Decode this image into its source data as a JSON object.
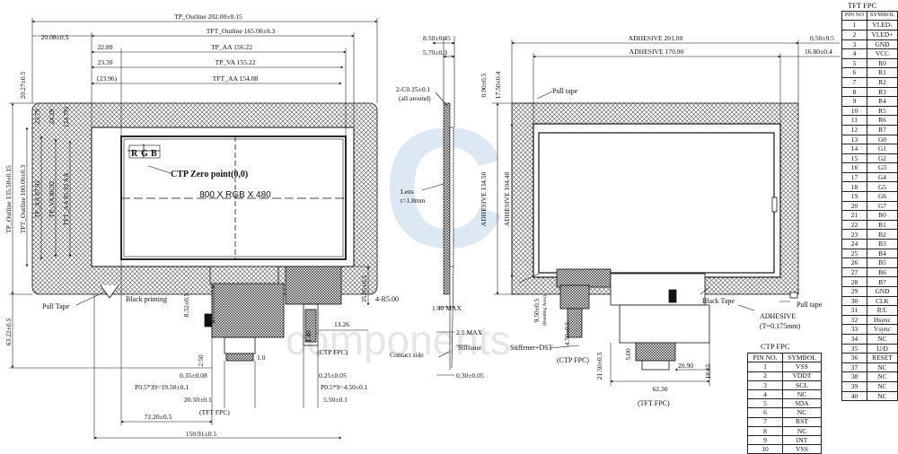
{
  "watermark": {
    "line1": "FC",
    "line2": "components"
  },
  "front_view": {
    "dims_top": [
      "TP_Outline 202.00±0.15",
      "20.08±0.5",
      "TFT_Outline 165.00±0.3",
      "22.89",
      "TP_AA 156.22",
      "23.39",
      "TP_VA 155.22",
      "(23.96)",
      "TFT_AA 154.08"
    ],
    "dims_left": [
      "TP_Outline 135.50±0.15",
      "20.27±0.5",
      "TFT_Outline 100.00±0.3",
      "23.79",
      "24.29",
      "(24.79)",
      "TP_AA 87.92",
      "TP_VA 86.92",
      "TFT_AA 85.92 AA",
      "63.22±0.5"
    ],
    "labels": {
      "rgb_r": "R",
      "rgb_g": "G",
      "rgb_b": "B",
      "ctp_zero": "CTP Zero point(0,0)",
      "resolution": "800 X RGB X 480",
      "pull_tape": "Pull Tape",
      "black_printing": "Black printing",
      "radius": "4-R5.00"
    },
    "dims_bottom": [
      "8.32±0.5",
      "35.95±0.5",
      "13.26",
      "2.50",
      "1.40",
      "1.0",
      "0.35±0.08",
      "P0.5*39=19.50±0.1",
      "20.50±0.1",
      "(TFT FPC)",
      "72.20±0.5",
      "150.91±0.5",
      "(CTP FPC)",
      "0.25±0.05",
      "P0.5*9=4.50±0.1",
      "5.50±0.1"
    ]
  },
  "side_view": {
    "dims": [
      "8.50±0.45",
      "5.70±0.3",
      "2-C0.15±0.1",
      "(all around)",
      "1.40 MAX",
      "2.5 MAX",
      "0.30±0.05"
    ],
    "labels": {
      "lens": "Lens",
      "lens_t": "t=1.8mm",
      "stiffener": "Stiffener",
      "contact_side": "Contact side"
    }
  },
  "back_view": {
    "dims": [
      "ADHESIVE 201.00",
      "0.50±0.5",
      "ADHESIVE 170.90",
      "16.80±0.4",
      "0.90±0.5",
      "17.50±0.4",
      "ADHESIVE 134.50",
      "ADHESIVE 104.40",
      "9.50±0.5",
      "(Bending Area)",
      "4.50±0.5",
      "5.00",
      "62.30",
      "20.90",
      "21.50±0.5",
      "18.55"
    ],
    "labels": {
      "pull_tape_top": "Pull tape",
      "pull_tape_right": "Pull tape",
      "black_tape": "Black Tape",
      "adhesive": "ADHESIVE",
      "adhesive_t": "(T=0.175mm)",
      "stiffener_dst": "Stiffener+DST",
      "ctp_fpc": "(CTP FPC)",
      "tft_fpc": "(TFT FPC)"
    }
  },
  "ctp_fpc_table": {
    "title": "CTP FPC",
    "headers": [
      "PIN NO.",
      "SYMBOL"
    ],
    "rows": [
      [
        "1",
        "VSS"
      ],
      [
        "2",
        "VDDT"
      ],
      [
        "3",
        "SCL"
      ],
      [
        "4",
        "NC"
      ],
      [
        "5",
        "SDA"
      ],
      [
        "6",
        "NC"
      ],
      [
        "7",
        "RST"
      ],
      [
        "8",
        "NC"
      ],
      [
        "9",
        "INT"
      ],
      [
        "10",
        "VSS"
      ]
    ]
  },
  "tft_fpc_table": {
    "title": "TFT FPC",
    "headers": [
      "PIN NO",
      "SYMBOL"
    ],
    "rows": [
      [
        "1",
        "VLED-"
      ],
      [
        "2",
        "VLED+"
      ],
      [
        "3",
        "GND"
      ],
      [
        "4",
        "VCC"
      ],
      [
        "5",
        "R0"
      ],
      [
        "6",
        "R1"
      ],
      [
        "7",
        "R2"
      ],
      [
        "8",
        "R3"
      ],
      [
        "9",
        "R4"
      ],
      [
        "10",
        "R5"
      ],
      [
        "11",
        "R6"
      ],
      [
        "12",
        "R7"
      ],
      [
        "13",
        "G0"
      ],
      [
        "14",
        "G1"
      ],
      [
        "15",
        "G2"
      ],
      [
        "16",
        "G3"
      ],
      [
        "17",
        "G4"
      ],
      [
        "18",
        "G5"
      ],
      [
        "19",
        "G6"
      ],
      [
        "20",
        "G7"
      ],
      [
        "21",
        "B0"
      ],
      [
        "22",
        "B1"
      ],
      [
        "23",
        "B2"
      ],
      [
        "24",
        "B3"
      ],
      [
        "25",
        "B4"
      ],
      [
        "26",
        "B5"
      ],
      [
        "27",
        "B6"
      ],
      [
        "28",
        "B7"
      ],
      [
        "29",
        "GND"
      ],
      [
        "30",
        "CLK"
      ],
      [
        "31",
        "R/L"
      ],
      [
        "32",
        "Hsync"
      ],
      [
        "33",
        "Vsync"
      ],
      [
        "34",
        "NC"
      ],
      [
        "35",
        "U/D"
      ],
      [
        "36",
        "RESET"
      ],
      [
        "37",
        "NC"
      ],
      [
        "38",
        "NC"
      ],
      [
        "39",
        "NC"
      ],
      [
        "40",
        "NC"
      ]
    ]
  }
}
